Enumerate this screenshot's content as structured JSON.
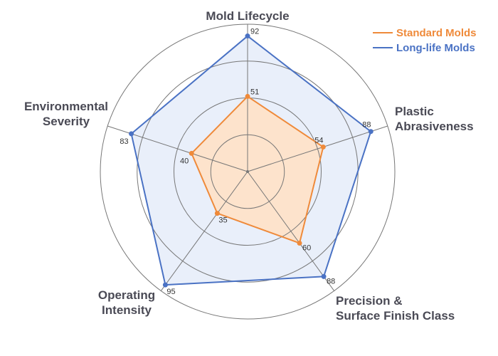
{
  "chart_data": {
    "type": "radar",
    "axes": [
      "Mold Lifecycle",
      "Plastic Abrasiveness",
      "Precision & Surface Finish Class",
      "Operating Intensity",
      "Environmental Severity"
    ],
    "axis_label_lines": [
      [
        "Mold Lifecycle"
      ],
      [
        "Plastic",
        "Abrasiveness"
      ],
      [
        "Precision &",
        "Surface Finish Class"
      ],
      [
        "Operating",
        "Intensity"
      ],
      [
        "Environmental",
        "Severity"
      ]
    ],
    "range": [
      0,
      100
    ],
    "grid_levels": [
      25,
      50,
      75,
      100
    ],
    "series": [
      {
        "name": "Standard Molds",
        "color": "#ef8a3a",
        "fill": "#fde3cc",
        "values": [
          51,
          54,
          60,
          35,
          40
        ]
      },
      {
        "name": "Long-life Molds",
        "color": "#4a72c4",
        "fill": "#e9effa",
        "values": [
          92,
          88,
          88,
          95,
          83
        ]
      }
    ],
    "legend_position": "top-right"
  }
}
